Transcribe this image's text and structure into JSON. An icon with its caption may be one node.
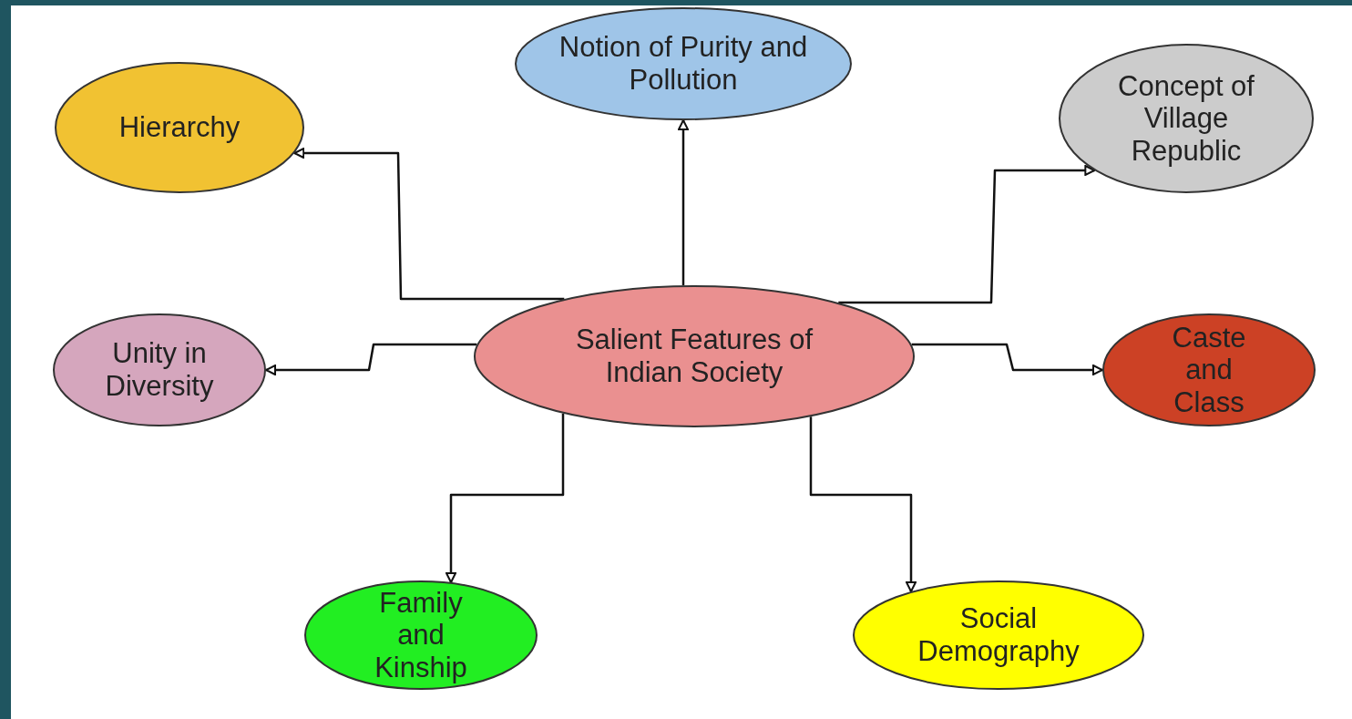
{
  "diagram": {
    "nodes": [
      {
        "text": [
          "Notion of Purity and Pollution"
        ]
      },
      {
        "text": [
          "Hierarchy"
        ]
      },
      {
        "text": [
          "Concept of Village Republic"
        ]
      },
      {
        "text": [
          "Salient Features of Indian Society"
        ]
      },
      {
        "text": [
          "Unity in Diversity"
        ]
      },
      {
        "text": [
          "Caste and Class"
        ]
      },
      {
        "text": [
          "Family and Kinship"
        ]
      },
      {
        "text": [
          "Social Demography"
        ]
      }
    ],
    "edges": [
      {
        "from": 3,
        "to": 0,
        "arrow": "to"
      },
      {
        "from": 3,
        "to": 1,
        "arrow": "to"
      },
      {
        "from": 3,
        "to": 2,
        "arrow": "to"
      },
      {
        "from": 3,
        "to": 4,
        "arrow": "to"
      },
      {
        "from": 3,
        "to": 5,
        "arrow": "to"
      },
      {
        "from": 3,
        "to": 6,
        "arrow": "to"
      },
      {
        "from": 3,
        "to": 7,
        "arrow": "to"
      }
    ]
  }
}
